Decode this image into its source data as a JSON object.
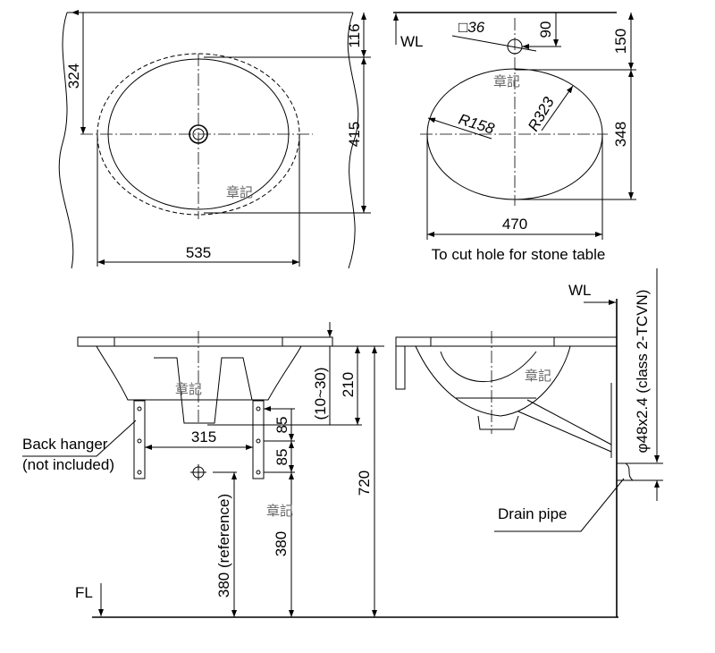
{
  "plan_view": {
    "dim_324": "324",
    "dim_116": "116",
    "dim_415": "415",
    "dim_535": "535",
    "stamp": "章記"
  },
  "cutout_view": {
    "wl": "WL",
    "hole": "□36",
    "dim_90": "90",
    "dim_150": "150",
    "dim_348": "348",
    "dim_470": "470",
    "r158": "R158",
    "r323": "R323",
    "stamp": "章記",
    "caption": "To cut hole for stone table"
  },
  "front_section": {
    "stamp": "章記",
    "stamp2": "章記",
    "dim_315": "315",
    "dim_85a": "85",
    "dim_85b": "85",
    "dim_10_30": "(10~30)",
    "dim_210": "210",
    "dim_720": "720",
    "dim_380_ref": "380 (reference)",
    "dim_380": "380",
    "fl": "FL",
    "hanger_line1": "Back hanger",
    "hanger_line2": "(not included)"
  },
  "side_section": {
    "wl": "WL",
    "stamp": "章記",
    "pipe_spec": "φ48x2.4 (class 2-TCVN)",
    "drain_label": "Drain pipe"
  }
}
